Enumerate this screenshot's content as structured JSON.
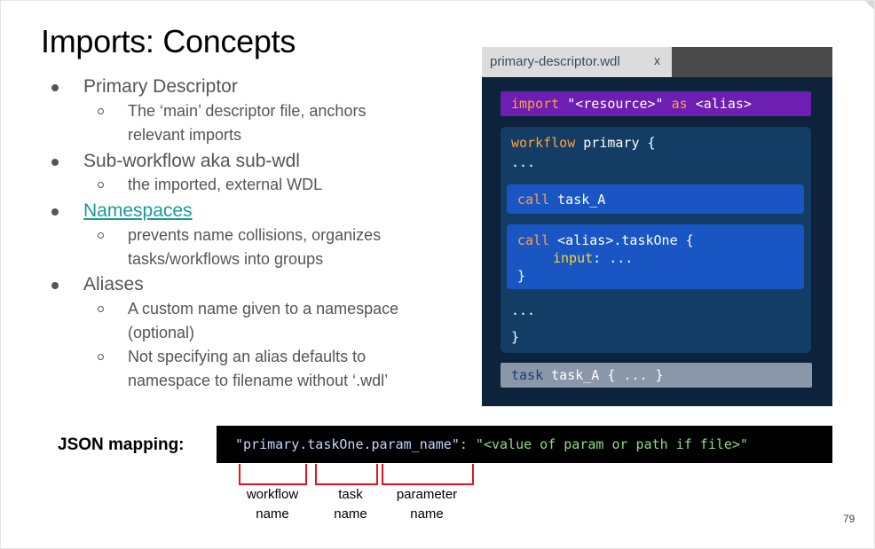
{
  "title": "Imports: Concepts",
  "bullets": [
    {
      "text": "Primary Descriptor",
      "subs": [
        "The ‘main’ descriptor file, anchors",
        "relevant imports"
      ]
    },
    {
      "text": "Sub-workflow aka sub-wdl",
      "subs": [
        "the imported, external WDL"
      ]
    },
    {
      "text": "Namespaces",
      "subs": [
        "prevents name collisions, organizes",
        "tasks/workflows into groups"
      ]
    },
    {
      "text": "Aliases",
      "subs": [
        "A custom name given to a namespace",
        "(optional)",
        "Not specifying an alias defaults to",
        "namespace to filename without ‘.wdl’"
      ]
    }
  ],
  "editor": {
    "tab_label": "primary-descriptor.wdl",
    "tab_close": "x",
    "import_line": {
      "kw_import": "import",
      "resource": " \"<resource>\" ",
      "kw_as": "as",
      "alias": " <alias>"
    },
    "workflow_line": {
      "kw": "workflow",
      "rest": " primary {"
    },
    "ellipsis": "...",
    "call_a": {
      "kw": "call",
      "rest": " task_A"
    },
    "call_b": {
      "kw": "call",
      "rest": " <alias>.taskOne {",
      "input_kw": "input",
      "input_rest": ": ...",
      "close": "}"
    },
    "ellipsis2": "...",
    "close_brace": "}",
    "task_line": {
      "kw": "task",
      "rest": " task_A { ... }"
    }
  },
  "json_mapping": {
    "label": "JSON mapping:",
    "key": "\"primary.taskOne.param_name\"",
    "colon": ":",
    "value": " \"<value of param or path if file>\""
  },
  "annotations": {
    "workflow": [
      "workflow",
      "name"
    ],
    "task": [
      "task",
      "name"
    ],
    "parameter": [
      "parameter",
      "name"
    ]
  },
  "page_number": "79",
  "colors": {
    "link": "#1a9a9a",
    "bracket": "#e8141c",
    "editor_bg": "#0d223b"
  }
}
